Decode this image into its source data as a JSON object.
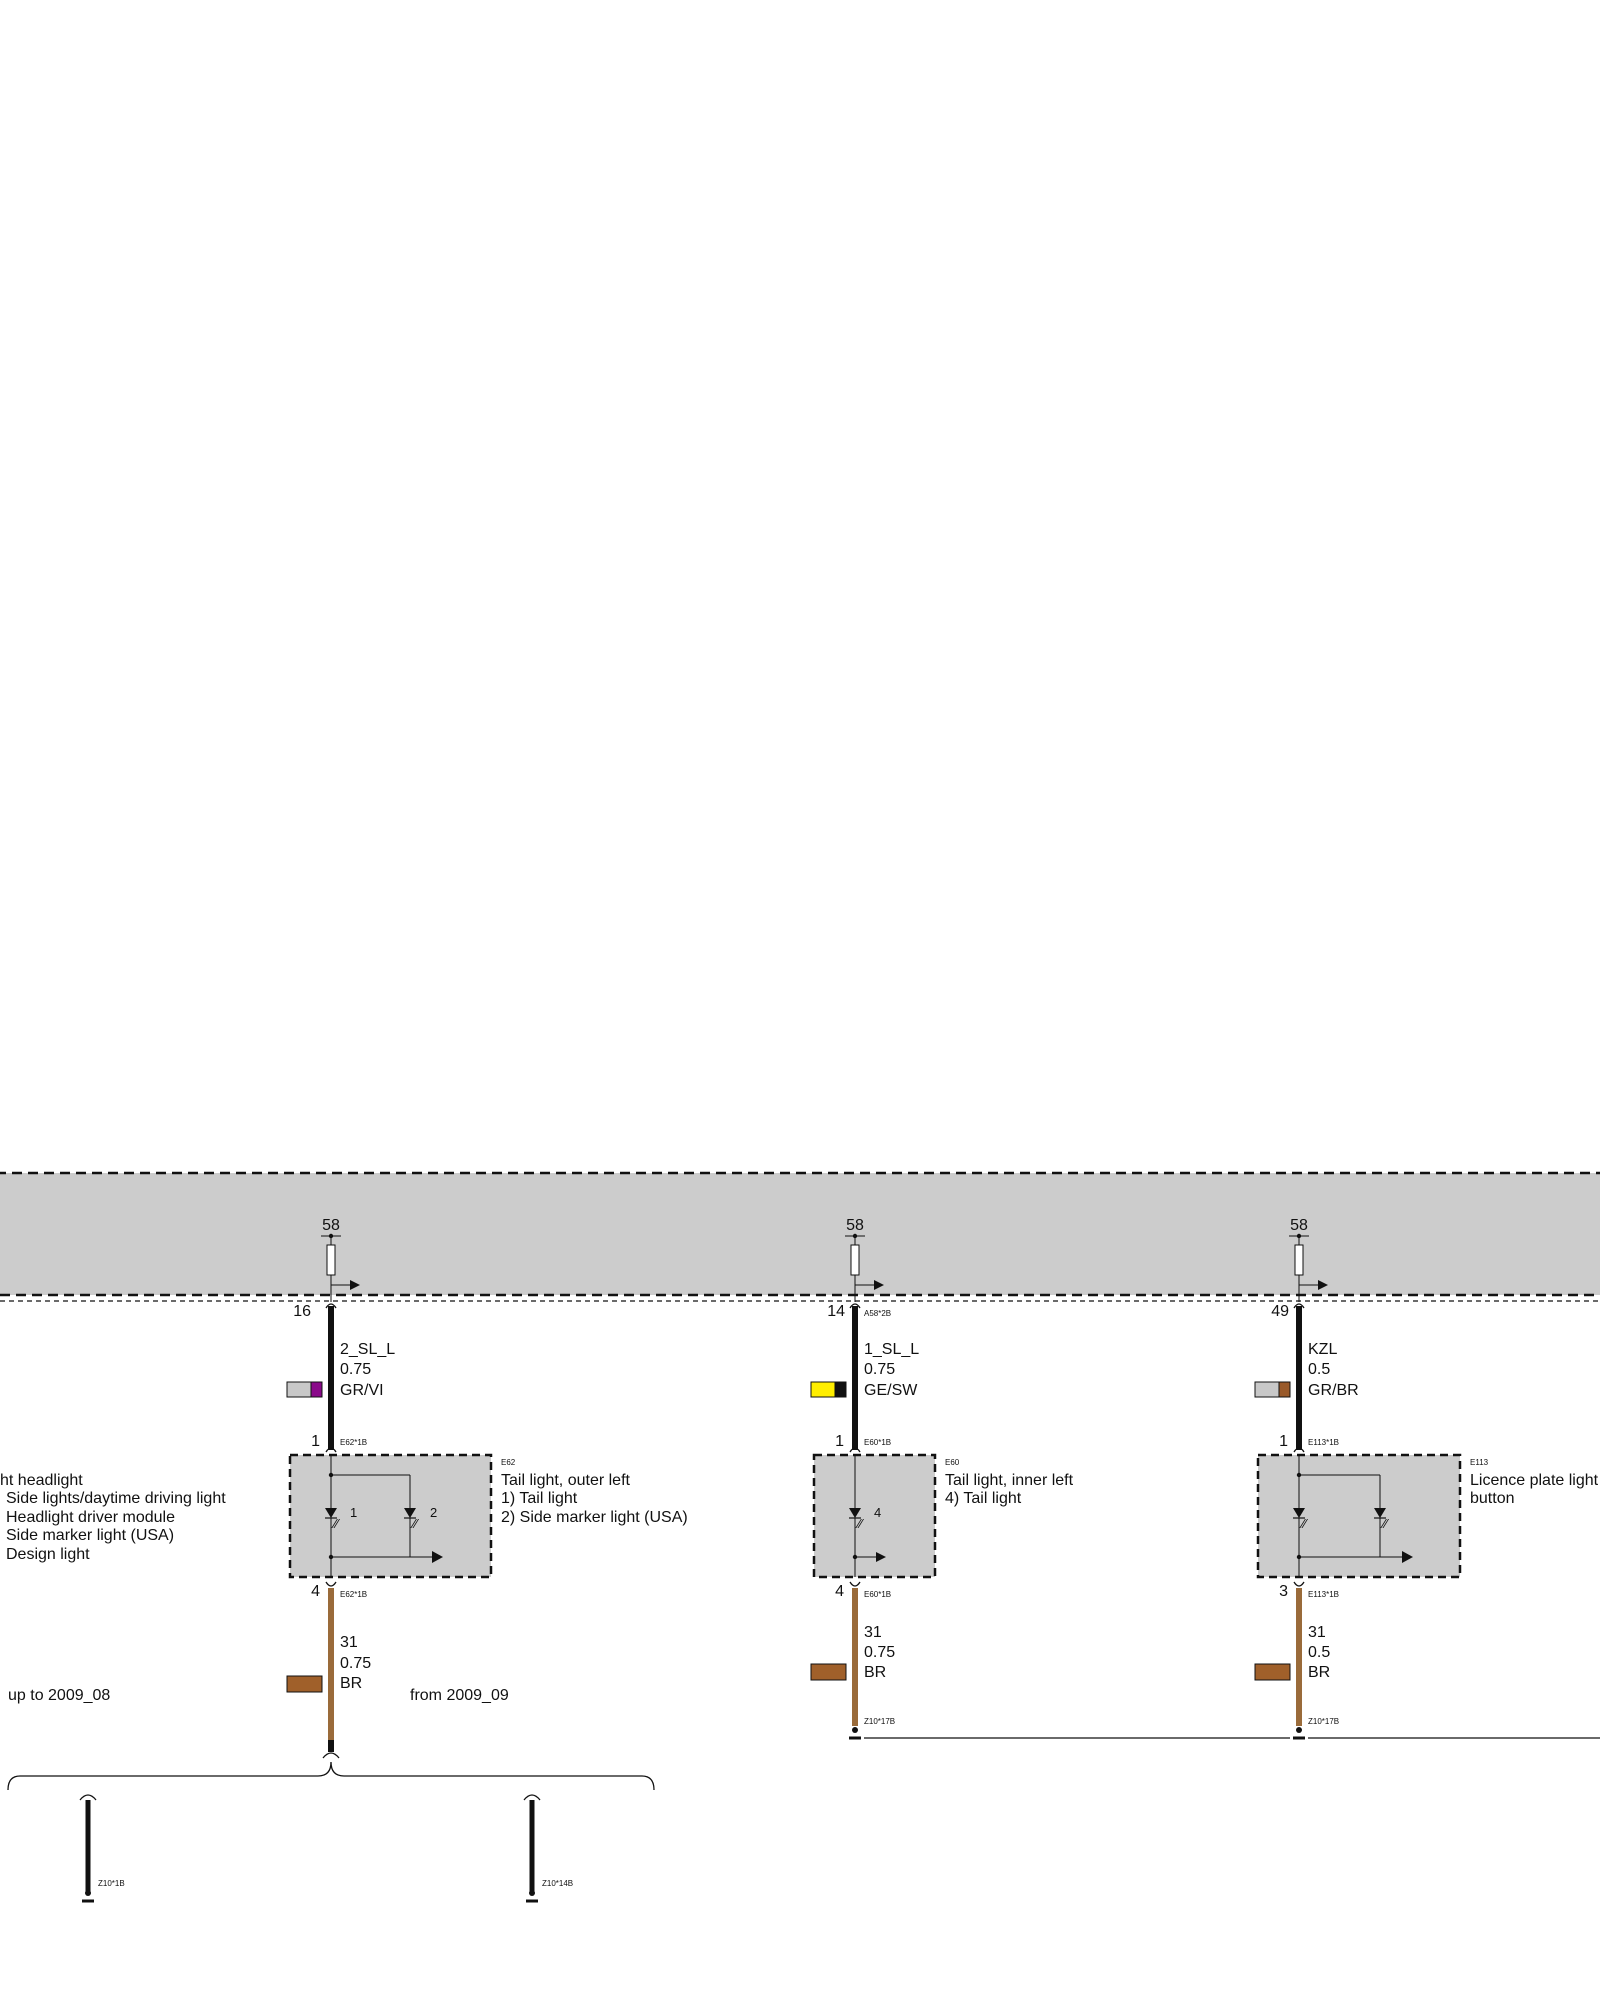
{
  "supply_terminal": "58",
  "circuits": [
    {
      "id": "c1",
      "pin_top": "16",
      "connector_top": "",
      "wire_name": "2_SL_L",
      "wire_size": "0.75",
      "wire_color": "GR/VI",
      "swatch": [
        "#c8c8c8",
        "#8a0a8a"
      ],
      "pin_in": "1",
      "connector_in": "E62*1B",
      "comp_code": "E62",
      "comp_lines": [
        "Tail light, outer left",
        "1)    Tail light",
        "2)    Side marker light (USA)"
      ],
      "diode_labels": [
        "1",
        "2"
      ],
      "pin_out": "4",
      "connector_out": "E62*1B",
      "gnd_name": "31",
      "gnd_size": "0.75",
      "gnd_color": "BR"
    },
    {
      "id": "c2",
      "pin_top": "14",
      "connector_top": "A58*2B",
      "wire_name": "1_SL_L",
      "wire_size": "0.75",
      "wire_color": "GE/SW",
      "swatch": [
        "#ffee00",
        "#111111"
      ],
      "pin_in": "1",
      "connector_in": "E60*1B",
      "comp_code": "E60",
      "comp_lines": [
        "Tail light, inner left",
        "4)    Tail light"
      ],
      "diode_labels": [
        "4"
      ],
      "pin_out": "4",
      "connector_out": "E60*1B",
      "gnd_name": "31",
      "gnd_size": "0.75",
      "gnd_color": "BR",
      "ground_point": "Z10*17B"
    },
    {
      "id": "c3",
      "pin_top": "49",
      "connector_top": "",
      "wire_name": "KZL",
      "wire_size": "0.5",
      "wire_color": "GR/BR",
      "swatch": [
        "#c8c8c8",
        "#9a5a2a"
      ],
      "pin_in": "1",
      "connector_in": "E113*1B",
      "comp_code": "E113",
      "comp_lines": [
        "Licence plate light",
        "button"
      ],
      "diode_labels": [],
      "pin_out": "3",
      "connector_out": "E113*1B",
      "gnd_name": "31",
      "gnd_size": "0.5",
      "gnd_color": "BR",
      "ground_point": "Z10*17B"
    }
  ],
  "left_partial_text": [
    "ht headlight",
    "Side lights/daytime driving light",
    "Headlight driver module",
    "Side marker light (USA)",
    "Design light"
  ],
  "variants": {
    "left_label": "up to 2009_08",
    "right_label": "from 2009_09",
    "left_ground": "Z10*1B",
    "right_ground": "Z10*14B"
  },
  "colors": {
    "module_fill": "#cccccc",
    "wire_black": "#111111",
    "wire_brown": "#9a6b3a",
    "swatch_brown": "#a0602a"
  }
}
